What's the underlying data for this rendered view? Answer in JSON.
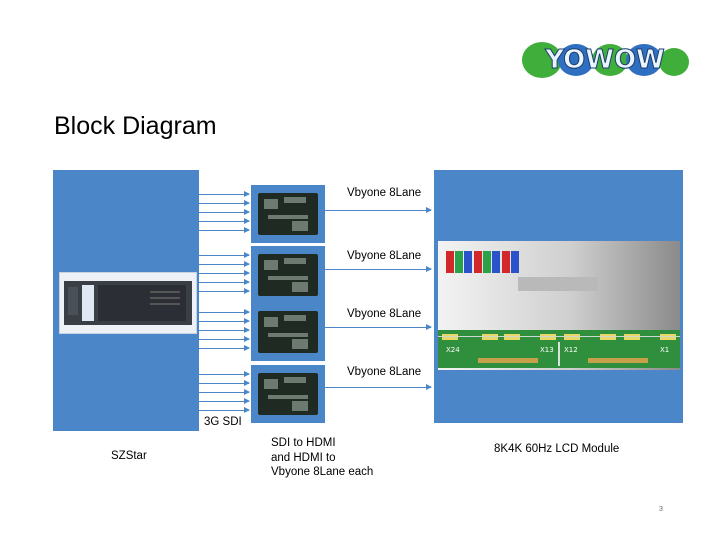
{
  "title": "Block Diagram",
  "logo": {
    "text": "YOWOW"
  },
  "source": {
    "label": "SZStar"
  },
  "sdi_label": "3G SDI",
  "converter": {
    "caption": [
      "SDI to HDMI",
      "and HDMI to",
      "Vbyone 8Lane each"
    ]
  },
  "links": [
    "Vbyone 8Lane",
    "Vbyone 8Lane",
    "Vbyone 8Lane",
    "Vbyone 8Lane"
  ],
  "lcd": {
    "label": "8K4K 60Hz LCD Module",
    "connectors": [
      "X24",
      "X13",
      "X12",
      "X1"
    ]
  },
  "page_number": "3",
  "colors": {
    "block": "#4b86c8",
    "logo_green": "#3fae3a",
    "logo_blue": "#2f6fc1"
  }
}
